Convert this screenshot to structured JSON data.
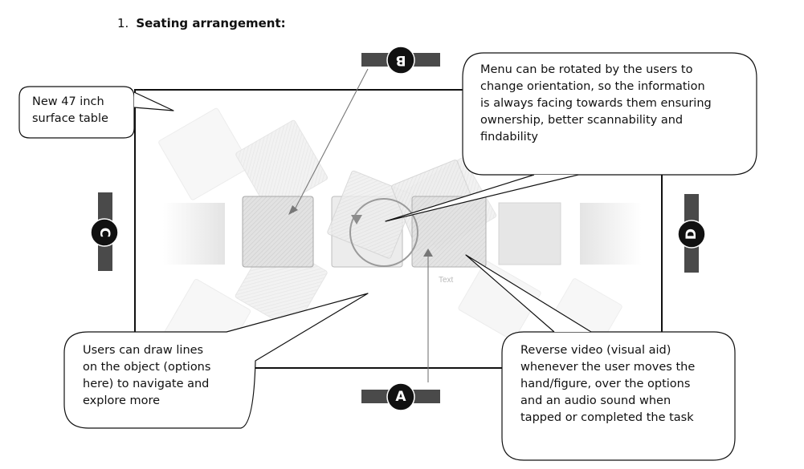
{
  "heading": {
    "number": "1.",
    "title": "Seating arrangement:"
  },
  "seats": {
    "a": "A",
    "b": "B",
    "c": "C",
    "d": "D"
  },
  "menu_item_label": "Text",
  "callouts": {
    "table": [
      "New 47 inch",
      "surface table"
    ],
    "menu": [
      "Menu can be rotated by the users to",
      "change orientation, so the information",
      "is always facing towards them ensuring",
      "ownership, better scannability and",
      "findability"
    ],
    "users": [
      "Users can draw lines",
      "on the object (options",
      "here) to navigate and",
      "explore more"
    ],
    "reverse": [
      "Reverse video (visual aid)",
      "whenever the user moves the",
      "hand/figure, over the options",
      "and an audio sound when",
      "tapped or completed the task"
    ]
  }
}
